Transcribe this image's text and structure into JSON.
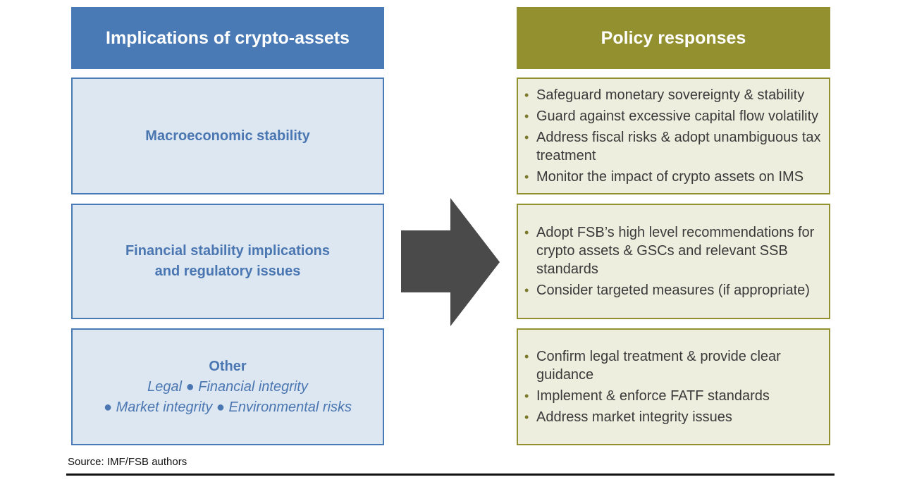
{
  "left": {
    "header": "Implications of crypto-assets",
    "macro": "Macroeconomic stability",
    "financial_line1": "Financial stability implications",
    "financial_line2": "and regulatory issues",
    "other_title": "Other",
    "other_line1": "Legal ● Financial integrity",
    "other_line2": "● Market integrity ● Environmental risks"
  },
  "right": {
    "header": "Policy responses",
    "group1": [
      "Safeguard monetary sovereignty & stability",
      "Guard against excessive capital flow volatility",
      "Address fiscal risks & adopt unambiguous tax treatment",
      "Monitor the impact of crypto assets on IMS"
    ],
    "group2": [
      "Adopt FSB’s high level recommendations for crypto assets & GSCs and relevant SSB standards",
      "Consider targeted measures (if appropriate)"
    ],
    "group3": [
      "Confirm legal treatment & provide clear guidance",
      "Implement & enforce FATF standards",
      "Address market integrity issues"
    ]
  },
  "source": "Source: IMF/FSB authors",
  "colors": {
    "left_header": "#4a7ab5",
    "left_box_fill": "#dde7f2",
    "left_text": "#4a76b1",
    "right_header": "#93902f",
    "right_box_fill": "#eeeedf",
    "arrow": "#4a4a4a"
  }
}
